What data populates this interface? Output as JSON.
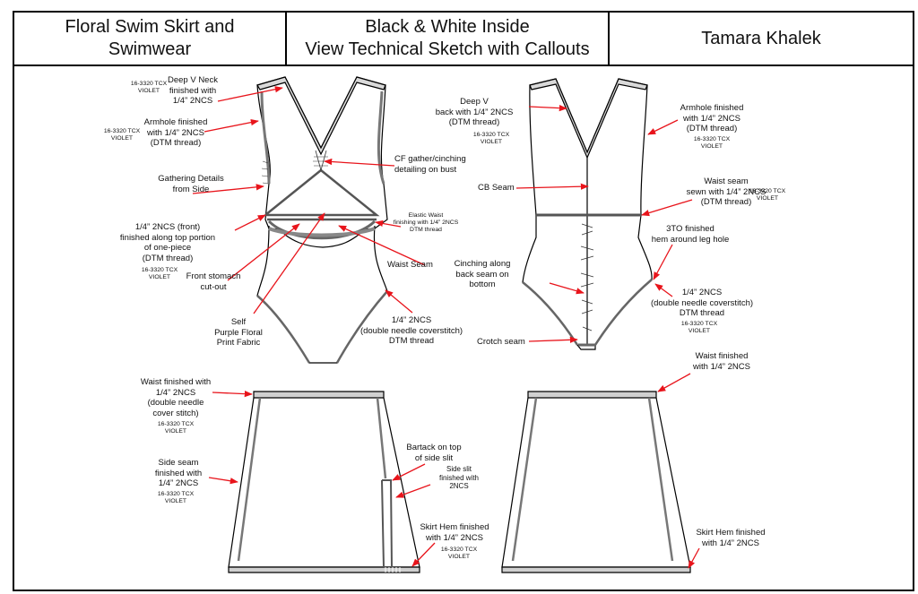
{
  "header": {
    "title": "Floral Swim Skirt and\nSwimwear",
    "subtitle": "Black & White Inside\nView Technical Sketch with Callouts",
    "author": "Tamara Khalek"
  },
  "callouts": {
    "front_deep_v": "Deep V Neck\nfinished with\n1/4” 2NCS",
    "front_deep_v_color": "16-3320 TCX\nVIOLET",
    "front_armhole": "Armhole finished\nwith 1/4” 2NCS\n(DTM thread)",
    "front_armhole_color": "16-3320 TCX\nVIOLET",
    "cf_gather": "CF gather/cinching\ndetailing on bust",
    "gathering_side": "Gathering Details\nfrom Side",
    "front_top_portion": "1/4” 2NCS (front)\nfinished along top portion\nof one-piece\n(DTM thread)",
    "front_top_portion_color": "16-3320 TCX\nVIOLET",
    "elastic_waist": "Elastic Waist\nfinishing with 1/4” 2NCS\nDTM thread",
    "front_waist_seam": "Waist Seam",
    "front_stomach": "Front stomach\ncut-out",
    "self_fabric": "Self\nPurple Floral\nPrint Fabric",
    "front_leg": "1/4” 2NCS\n(double needle coverstitch)\nDTM thread",
    "back_deep_v": "Deep V\nback with 1/4” 2NCS\n(DTM thread)",
    "back_deep_v_color": "16-3320 TCX\nVIOLET",
    "back_armhole": "Armhole finished\nwith 1/4” 2NCS\n(DTM thread)",
    "back_armhole_color": "16-3320 TCX\nVIOLET",
    "cb_seam": "CB Seam",
    "back_waist_seam": "Waist seam\nsewn with 1/4” 2NCS\n(DTM thread)",
    "back_waist_color": "16-3320 TCX\nVIOLET",
    "back_leg_hem": "3TO finished\nhem around leg hole",
    "cinching_back": "Cinching along\nback seam on\nbottom",
    "back_leg": "1/4” 2NCS\n(double needle coverstitch)\nDTM thread",
    "back_leg_color": "16-3320 TCX\nVIOLET",
    "crotch_seam": "Crotch seam",
    "skirt_waist": "Waist finished with\n1/4” 2NCS\n(double needle\ncover stitch)",
    "skirt_waist_color": "16-3320 TCX\nVIOLET",
    "skirt_side_seam": "Side seam\nfinished with\n1/4” 2NCS",
    "skirt_side_color": "16-3320 TCX\nVIOLET",
    "bartack": "Bartack on top\nof side slit",
    "side_slit": "Side slit\nfinished with\n2NCS",
    "skirt_hem": "Skirt Hem finished\nwith 1/4” 2NCS",
    "skirt_hem_color": "16-3320 TCX\nVIOLET",
    "back_skirt_waist": "Waist finished\nwith 1/4” 2NCS",
    "back_skirt_hem": "Skirt Hem finished\nwith 1/4” 2NCS"
  },
  "colors": {
    "callout_arrow": "#e8141b",
    "line": "#000000"
  }
}
